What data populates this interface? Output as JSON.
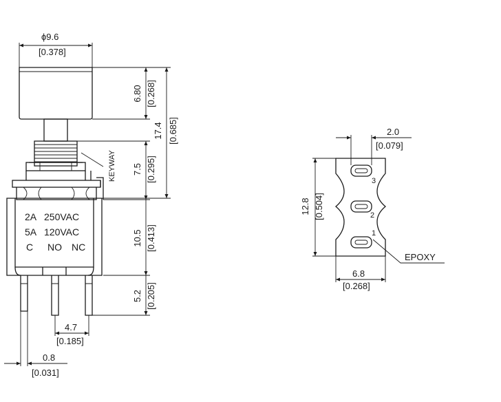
{
  "dimensions": {
    "cap_diameter": "ϕ9.6",
    "cap_diameter_in": "[0.378]",
    "cap_height": "6.80",
    "cap_height_in": "[0.268]",
    "total_height": "17.4",
    "total_height_in": "[0.685]",
    "bushing_height": "7.5",
    "bushing_height_in": "[0.295]",
    "body_height": "10.5",
    "body_height_in": "[0.413]",
    "pin_length": "5.2",
    "pin_length_in": "[0.205]",
    "pin_spacing": "4.7",
    "pin_spacing_in": "[0.185]",
    "pin_width": "0.8",
    "pin_width_in": "[0.031]",
    "pad_width": "2.0",
    "pad_width_in": "[0.079]",
    "base_height": "12.8",
    "base_height_in": "[0.504]",
    "base_width": "6.8",
    "base_width_in": "[0.268]"
  },
  "labels": {
    "keyway": "KEYWAY",
    "epoxy": "EPOXY",
    "rating_row1_a": "2A",
    "rating_row1_v": "250VAC",
    "rating_row2_a": "5A",
    "rating_row2_v": "120VAC",
    "terminal_c": "C",
    "terminal_no": "NO",
    "terminal_nc": "NC",
    "pin_1": "1",
    "pin_2": "2",
    "pin_3": "3"
  }
}
